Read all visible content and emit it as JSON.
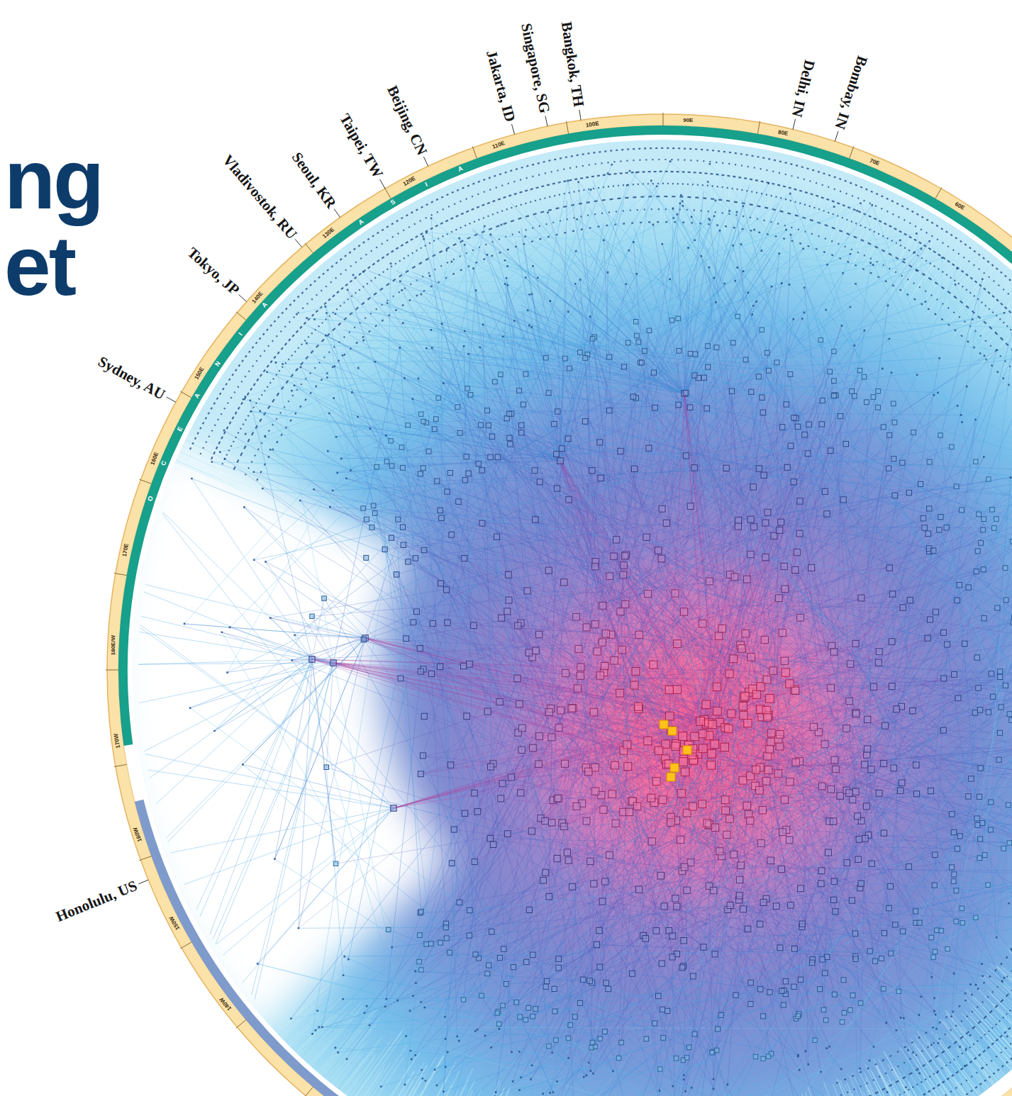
{
  "diagram": {
    "title": "ng et",
    "labels": [
      "Bangkok, TH",
      "Singapore, SG",
      "Jakarta, ID",
      "Beijing, CN",
      "Taipei, TW",
      "Seoul, KR",
      "Vladivostok, RU",
      "Tokyo, JP",
      "Sydney, AU",
      "Honolulu, US",
      "Delhi, IN",
      "Bombay, IN",
      "60E",
      "70E",
      "80E",
      "90E",
      "100E",
      "110E",
      "120E",
      "130E",
      "140E",
      "150E",
      "160E",
      "170E",
      "180E/W",
      "170W",
      "160W",
      "150W",
      "140W",
      "O",
      "C",
      "E",
      "A",
      "N",
      "I",
      "A",
      "A",
      "S",
      "I",
      "A"
    ]
  }
}
